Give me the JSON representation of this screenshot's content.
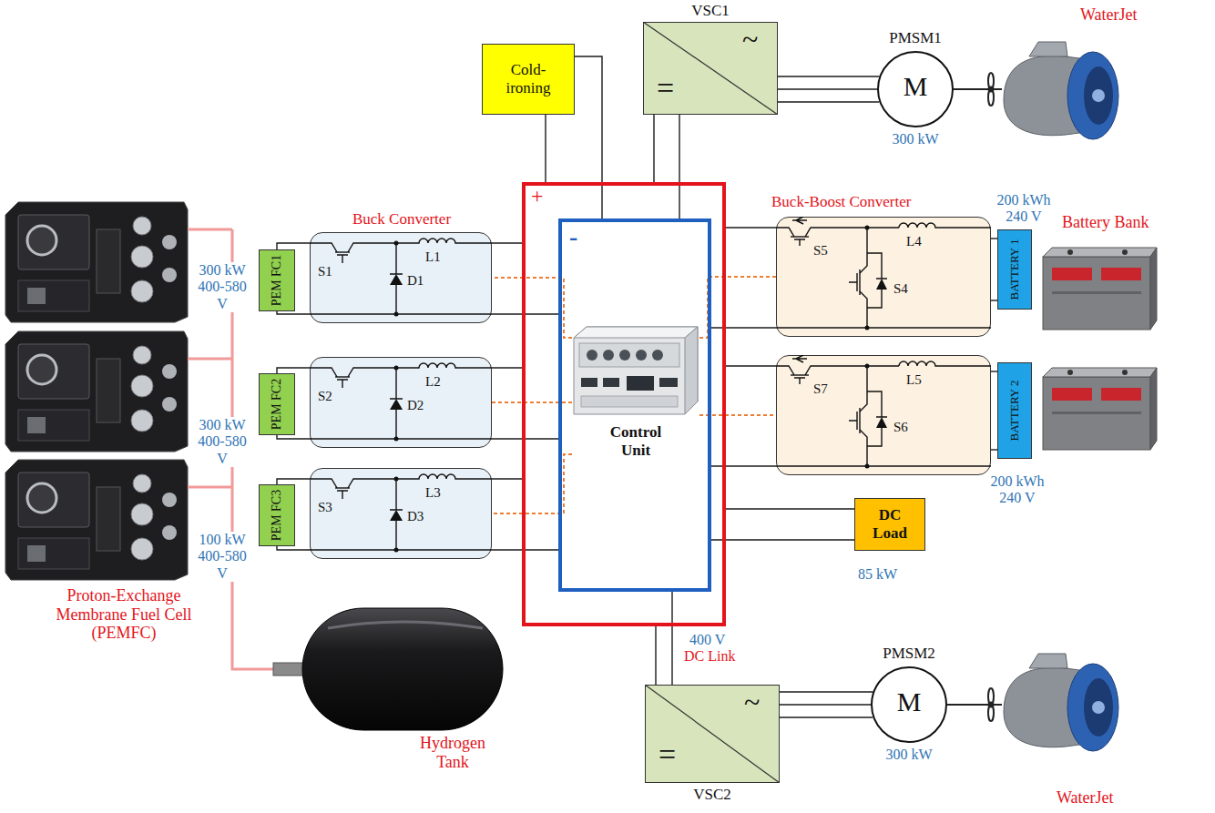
{
  "diagram": {
    "nodes": [
      {
        "text": [
          "Cold-ironing"
        ]
      },
      {
        "text": [
          "VSC1",
          "~",
          "="
        ]
      },
      {
        "text": [
          "PMSM1",
          "M",
          "300 kW"
        ]
      },
      {
        "text": [
          "PEM FC1"
        ]
      },
      {
        "text": [
          "Buck Converter",
          "S1",
          "D1",
          "L1"
        ]
      },
      {
        "text": [
          "PEM FC2"
        ]
      },
      {
        "text": [
          "S2",
          "D2",
          "L2"
        ]
      },
      {
        "text": [
          "PEM FC3"
        ]
      },
      {
        "text": [
          "S3",
          "D3",
          "L3"
        ]
      },
      {
        "text": [
          "+",
          "400 V",
          "DC Link"
        ]
      },
      {
        "text": [
          "-"
        ],
        "in": 9
      },
      {
        "text": [
          "Control Unit"
        ],
        "in": 10
      },
      {
        "text": [
          "Buck-Boost Converter",
          "S5",
          "L4",
          "S4"
        ]
      },
      {
        "text": [
          "BATTERY 1"
        ]
      },
      {
        "text": [
          "S7",
          "L5",
          "S6"
        ]
      },
      {
        "text": [
          "BATTERY 2"
        ]
      },
      {
        "text": [
          "DC Load"
        ]
      },
      {
        "text": [
          "~",
          "=",
          "VSC2"
        ]
      },
      {
        "text": [
          "PMSM2",
          "M",
          "300 kW"
        ]
      }
    ],
    "edges": [
      {
        "from": 0,
        "to": 9,
        "arrow": "none"
      },
      {
        "from": 0,
        "to": 10,
        "arrow": "none"
      },
      {
        "from": 1,
        "to": 9,
        "arrow": "none"
      },
      {
        "from": 1,
        "to": 10,
        "arrow": "none"
      },
      {
        "from": 1,
        "to": 2,
        "arrow": "none"
      },
      {
        "from": 3,
        "to": 4,
        "arrow": "none"
      },
      {
        "from": 4,
        "to": 9,
        "arrow": "none"
      },
      {
        "from": 4,
        "to": 10,
        "arrow": "none"
      },
      {
        "from": 5,
        "to": 6,
        "arrow": "none"
      },
      {
        "from": 6,
        "to": 9,
        "arrow": "none"
      },
      {
        "from": 6,
        "to": 10,
        "arrow": "none"
      },
      {
        "from": 7,
        "to": 8,
        "arrow": "none"
      },
      {
        "from": 8,
        "to": 9,
        "arrow": "none"
      },
      {
        "from": 8,
        "to": 10,
        "arrow": "none"
      },
      {
        "from": 11,
        "to": 4,
        "arrow": "none"
      },
      {
        "from": 11,
        "to": 6,
        "arrow": "none"
      },
      {
        "from": 11,
        "to": 8,
        "arrow": "none"
      },
      {
        "from": 11,
        "to": 12,
        "arrow": "none"
      },
      {
        "from": 11,
        "to": 14,
        "arrow": "none"
      },
      {
        "from": 9,
        "to": 12,
        "arrow": "none"
      },
      {
        "from": 10,
        "to": 12,
        "arrow": "none"
      },
      {
        "from": 12,
        "to": 13,
        "arrow": "none"
      },
      {
        "from": 9,
        "to": 14,
        "arrow": "none"
      },
      {
        "from": 10,
        "to": 14,
        "arrow": "none"
      },
      {
        "from": 14,
        "to": 15,
        "arrow": "none"
      },
      {
        "from": 9,
        "to": 16,
        "arrow": "none"
      },
      {
        "from": 10,
        "to": 16,
        "arrow": "none"
      },
      {
        "from": 9,
        "to": 17,
        "arrow": "none"
      },
      {
        "from": 10,
        "to": 17,
        "arrow": "none"
      },
      {
        "from": 17,
        "to": 18,
        "arrow": "none"
      }
    ],
    "labels": [
      "WaterJet",
      "200 kWh 240 V",
      "Battery Bank",
      "300 kW 400-580 V",
      "300 kW 400-580 V",
      "100 kW 400-580 V",
      "Proton-Exchange Membrane Fuel Cell (PEMFC)",
      "200 kWh 240 V",
      "85 kW",
      "Hydrogen Tank",
      "WaterJet"
    ]
  }
}
